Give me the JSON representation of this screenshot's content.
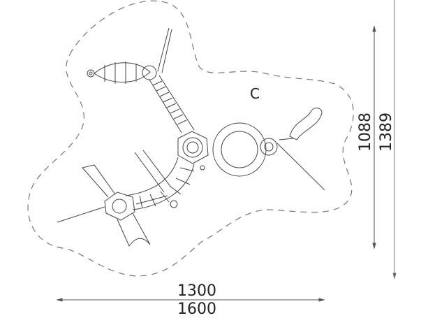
{
  "zone_label": "C",
  "dimensions": {
    "width_inner": "1300",
    "width_outer": "1600",
    "height_inner": "1088",
    "height_outer": "1389"
  },
  "colors": {
    "line": "#444444",
    "dash": "#777777"
  }
}
